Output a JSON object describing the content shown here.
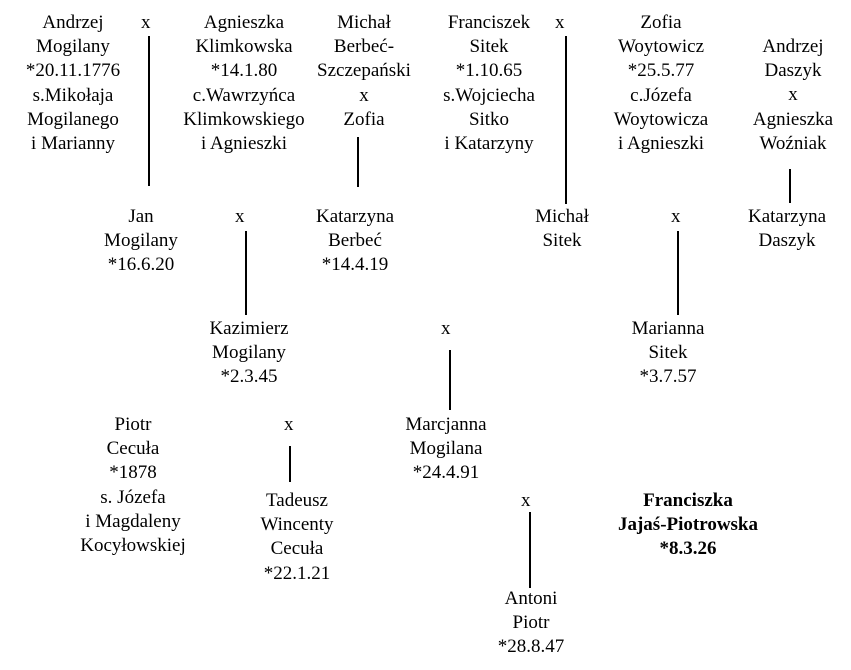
{
  "people": {
    "andrzej_mogilany": [
      "Andrzej",
      "Mogilany",
      "*20.11.1776",
      "s.Mikołaja",
      "Mogilanego",
      "i Marianny"
    ],
    "agnieszka_klimkowska": [
      "Agnieszka",
      "Klimkowska",
      "*14.1.80",
      "c.Wawrzyńca",
      "Klimkowskiego",
      "i Agnieszki"
    ],
    "michal_berbec": [
      "Michał",
      "Berbeć-",
      "Szczepański",
      "x",
      "Zofia"
    ],
    "franciszek_sitek": [
      "Franciszek",
      "Sitek",
      "*1.10.65",
      "s.Wojciecha",
      "Sitko",
      "i Katarzyny"
    ],
    "zofia_woytowicz": [
      "Zofia",
      "Woytowicz",
      "*25.5.77",
      "c.Józefa",
      "Woytowicza",
      "i Agnieszki"
    ],
    "andrzej_daszyk": [
      "Andrzej",
      "Daszyk",
      "x",
      "Agnieszka",
      "Woźniak"
    ],
    "jan_mogilany": [
      "Jan",
      "Mogilany",
      "*16.6.20"
    ],
    "katarzyna_berbec": [
      "Katarzyna",
      "Berbeć",
      "*14.4.19"
    ],
    "michal_sitek": [
      "Michał",
      "Sitek"
    ],
    "katarzyna_daszyk": [
      "Katarzyna",
      "Daszyk"
    ],
    "kazimierz_mogilany": [
      "Kazimierz",
      "Mogilany",
      "*2.3.45"
    ],
    "marianna_sitek": [
      "Marianna",
      "Sitek",
      "*3.7.57"
    ],
    "piotr_cecula": [
      "Piotr",
      "Cecuła",
      "*1878",
      "s. Józefa",
      "i Magdaleny",
      "Kocyłowskiej"
    ],
    "marcjanna_mogilana": [
      "Marcjanna",
      "Mogilana",
      "*24.4.91"
    ],
    "tadeusz_cecula": [
      "Tadeusz",
      "Wincenty",
      "Cecuła",
      "*22.1.21"
    ],
    "franciszka_jajas": [
      "Franciszka",
      "Jajaś-Piotrowska",
      "*8.3.26"
    ],
    "antoni_piotr": [
      "Antoni",
      "Piotr",
      "*28.8.47"
    ]
  },
  "marriage_symbol": "x"
}
